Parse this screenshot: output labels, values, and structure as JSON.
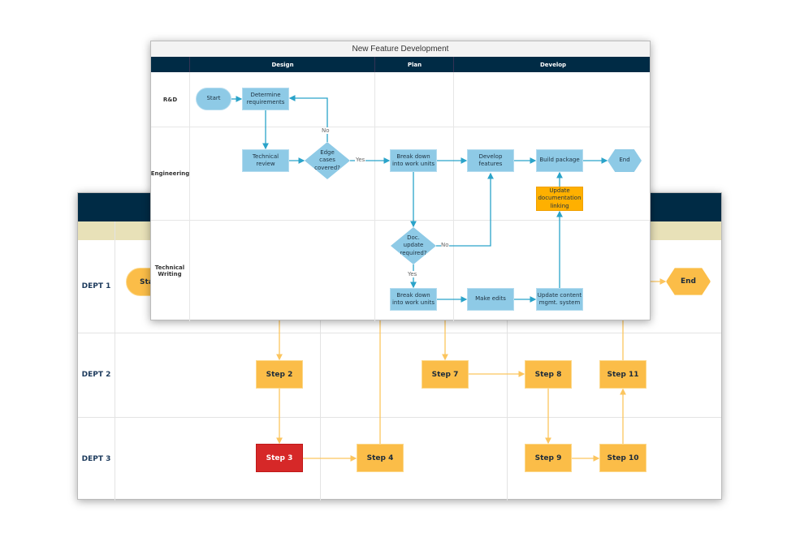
{
  "back_diagram": {
    "lanes": [
      "DEPT 1",
      "DEPT 2",
      "DEPT 3"
    ],
    "nodes": {
      "start": "Start",
      "end": "End",
      "step2": "Step 2",
      "step3": "Step 3",
      "step4": "Step 4",
      "step7": "Step 7",
      "step8": "Step 8",
      "step9": "Step 9",
      "step10": "Step 10",
      "step11": "Step 11"
    },
    "colors": {
      "header": "#002b45",
      "subheader": "#e8e1b8",
      "step": "#fbbd48",
      "highlight": "#d62828",
      "connector": "#fcc55e"
    }
  },
  "front_diagram": {
    "title": "New Feature Development",
    "phases": [
      "Design",
      "Plan",
      "Develop"
    ],
    "lanes": [
      "R&D",
      "Engineering",
      "Technical Writing"
    ],
    "nodes": {
      "start": "Start",
      "determine": "Determine requirements",
      "review": "Technical review",
      "edge": "Edge cases covered?",
      "breakdown1": "Break down into work units",
      "develop": "Develop features",
      "build": "Build package",
      "end": "End",
      "docupdate": "Doc. update required?",
      "breakdown2": "Break down into work units",
      "edits": "Make edits",
      "content": "Update content mgmt. system",
      "linking": "Update documentation linking"
    },
    "labels": {
      "no1": "No",
      "yes1": "Yes",
      "no2": "No",
      "yes2": "Yes"
    },
    "colors": {
      "header": "#002b45",
      "node": "#8ecae6",
      "highlight": "#ffb000",
      "connector": "#2aa3c9"
    }
  }
}
